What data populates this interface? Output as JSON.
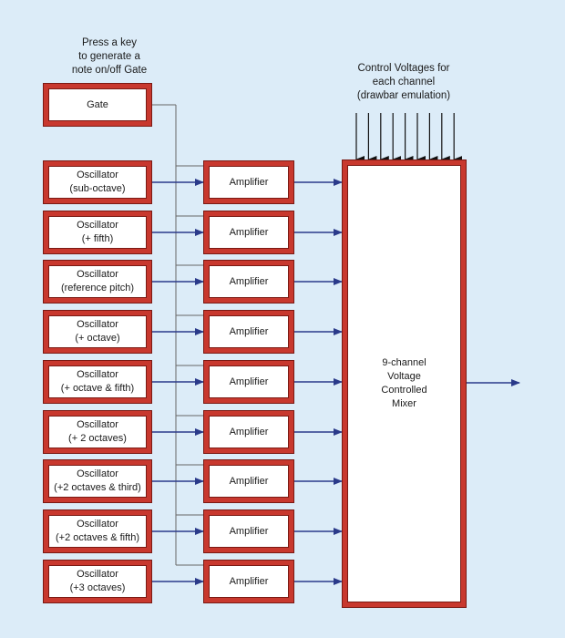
{
  "colors": {
    "background": "#dcecf8",
    "box_border": "#c8382e",
    "signal_line": "#2a3a8a",
    "gate_line": "#666666",
    "control_line": "#111111"
  },
  "gate_note": [
    "Press a key",
    "to generate a",
    "note on/off Gate"
  ],
  "control_note": [
    "Control Voltages for",
    "each channel",
    "(drawbar emulation)"
  ],
  "gate_box": "Gate",
  "oscillators": [
    [
      "Oscillator",
      "(sub-octave)"
    ],
    [
      "Oscillator",
      "(+ fifth)"
    ],
    [
      "Oscillator",
      "(reference pitch)"
    ],
    [
      "Oscillator",
      "(+ octave)"
    ],
    [
      "Oscillator",
      "(+ octave & fifth)"
    ],
    [
      "Oscillator",
      "(+ 2 octaves)"
    ],
    [
      "Oscillator",
      "(+2 octaves & third)"
    ],
    [
      "Oscillator",
      "(+2 octaves & fifth)"
    ],
    [
      "Oscillator",
      "(+3 octaves)"
    ]
  ],
  "amplifier_label": "Amplifier",
  "mixer_label": [
    "9-channel",
    "Voltage",
    "Controlled",
    "Mixer"
  ]
}
